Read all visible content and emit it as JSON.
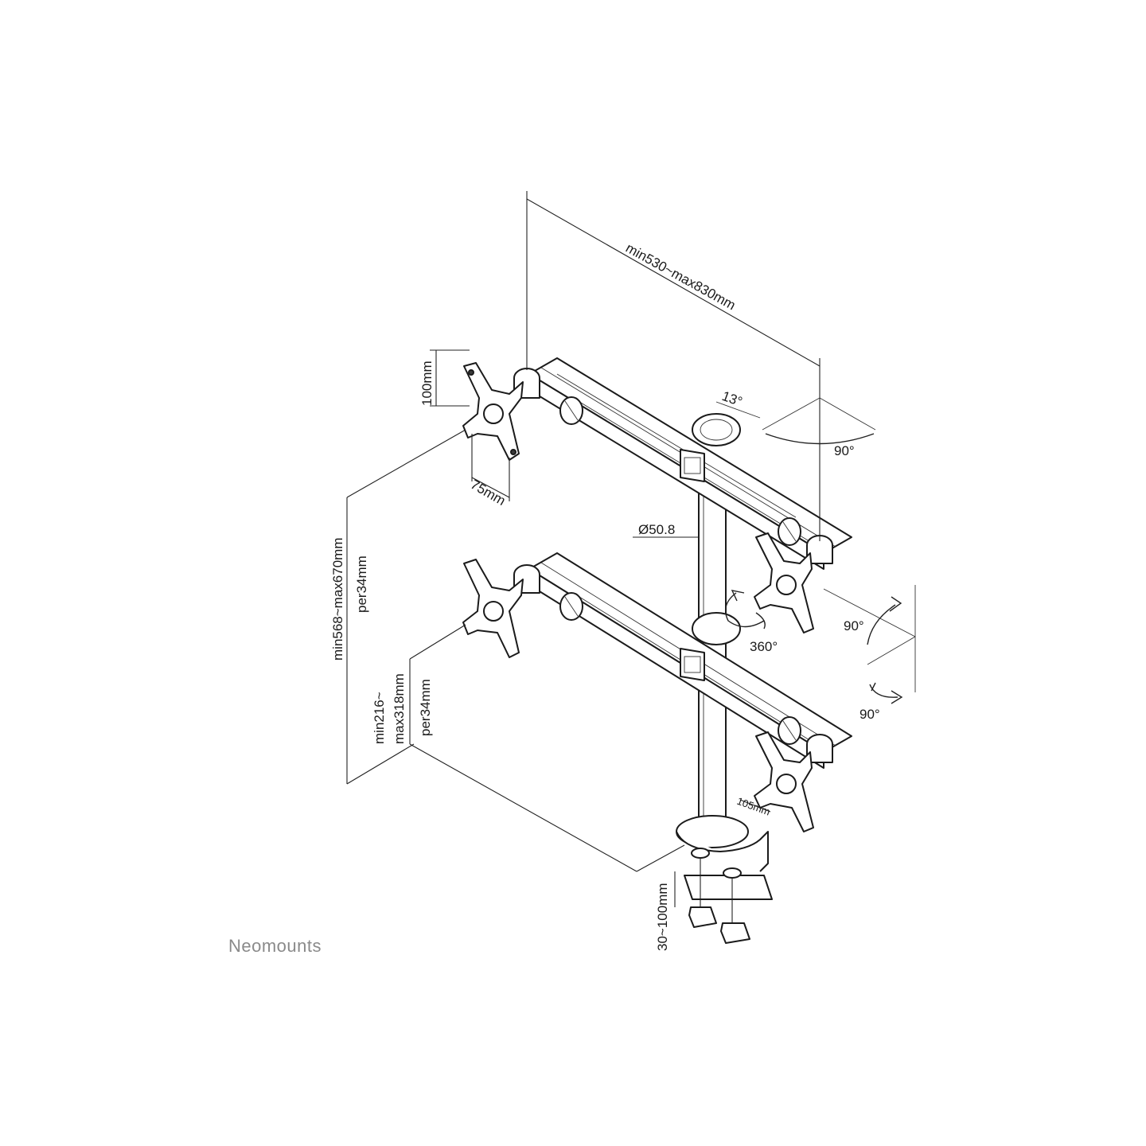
{
  "brand": {
    "name": "Neomounts"
  },
  "dimensions": {
    "arm_span": "min530~max830mm",
    "vesa_height": "100mm",
    "vesa_width": "75mm",
    "pole_diameter": "Ø50.8",
    "upper_height": "min568~max670mm",
    "upper_step": "per34mm",
    "lower_height_min": "min216~",
    "lower_height_max": "max318mm",
    "lower_step": "per34mm",
    "clamp_depth": "105mm",
    "desk_thickness": "30~100mm"
  },
  "angles": {
    "arm_swing": "13°",
    "arm_rotation": "90°",
    "head_rotation": "360°",
    "tilt": "90°",
    "swivel": "90°"
  }
}
